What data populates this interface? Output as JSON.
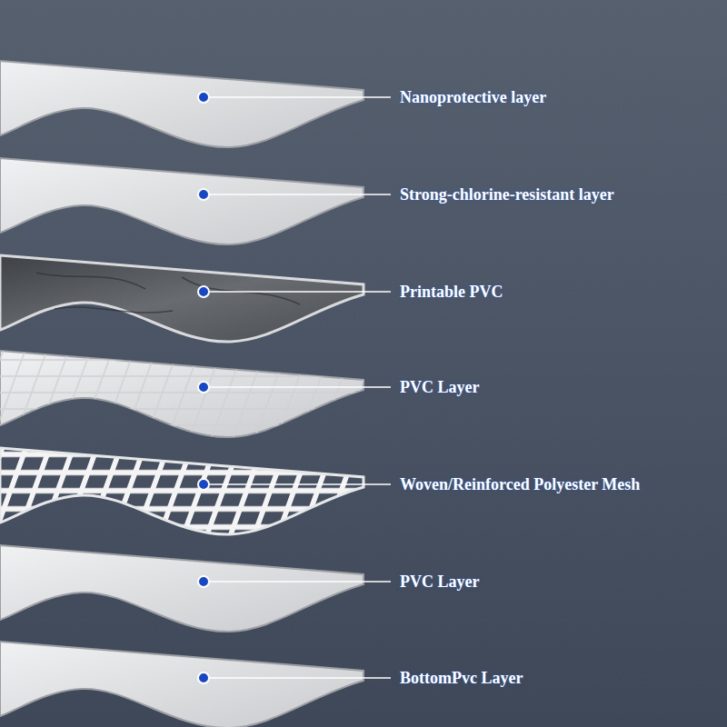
{
  "diagram": {
    "labels": [
      "Nanoprotective layer",
      "Strong-chlorine-resistant layer",
      "Printable PVC",
      "PVC Layer",
      "Woven/Reinforced Polyester Mesh",
      "PVC Layer",
      "BottomPvc Layer"
    ]
  }
}
